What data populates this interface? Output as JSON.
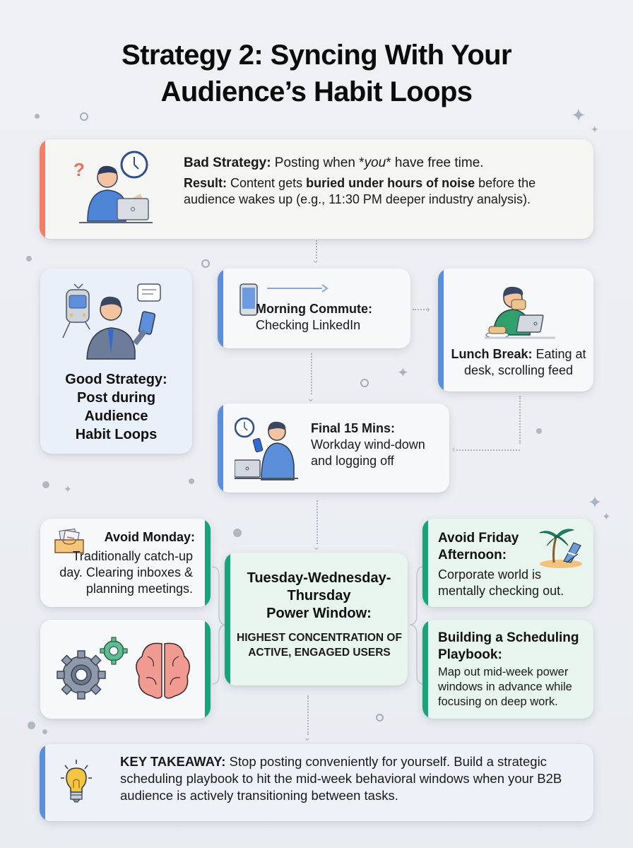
{
  "title": {
    "line1": "Strategy 2: Syncing With Your",
    "line2": "Audience’s Habit Loops"
  },
  "colors": {
    "bad_accent": "#f47d66",
    "habit_accent": "#5b8fd9",
    "week_accent": "#1aa37a",
    "takeaway_accent": "#5b8fd9",
    "background": "#eceef2"
  },
  "bad_strategy": {
    "icon": "confused-person-with-clock-icon",
    "label": "Bad Strategy:",
    "text_pre": " Posting when *",
    "text_em": "you",
    "text_post": "* have free time.",
    "result_label": "Result:",
    "result_pre": " Content gets ",
    "result_bold": "buried under hours of noise",
    "result_post": " before the audience wakes up (e.g., 11:30 PM deeper industry analysis)."
  },
  "good_strategy": {
    "icon": "commuter-with-phone-icon",
    "line1": "Good Strategy:",
    "line2": "Post during",
    "line3": "Audience",
    "line4": "Habit Loops"
  },
  "habit_loops": [
    {
      "icon": "phone-arrow-icon",
      "label": "Morning Commute:",
      "text": "Checking LinkedIn"
    },
    {
      "icon": "person-eating-at-desk-icon",
      "label": "Lunch Break:",
      "text": " Eating at desk, scrolling feed"
    },
    {
      "icon": "person-logging-off-icon",
      "label": "Final 15 Mins:",
      "text": "Workday wind-down and logging off"
    }
  ],
  "week": {
    "avoid_monday": {
      "icon": "inbox-tray-icon",
      "label": "Avoid Monday:",
      "text": "Traditionally catch-up day. Clearing inboxes & planning meetings."
    },
    "deep_work": {
      "icon": "gears-and-brain-icon"
    },
    "power_window": {
      "line1": "Tuesday-Wednesday-",
      "line2": "Thursday",
      "line3": "Power Window:",
      "caption": "HIGHEST CONCENTRATION OF ACTIVE, ENGAGED USERS"
    },
    "avoid_friday": {
      "icon": "beach-chair-palm-icon",
      "label_line1": "Avoid Friday",
      "label_line2": "Afternoon:",
      "text": "Corporate world is mentally checking out."
    },
    "playbook": {
      "label": "Building a Scheduling Playbook:",
      "text": "Map out mid-week power windows in advance while focusing on deep work."
    }
  },
  "takeaway": {
    "icon": "lightbulb-icon",
    "label": "KEY TAKEAWAY:",
    "text": " Stop posting conveniently for yourself. Build a strategic scheduling playbook to hit the mid-week behavioral windows when your B2B audience is actively transitioning between tasks."
  }
}
